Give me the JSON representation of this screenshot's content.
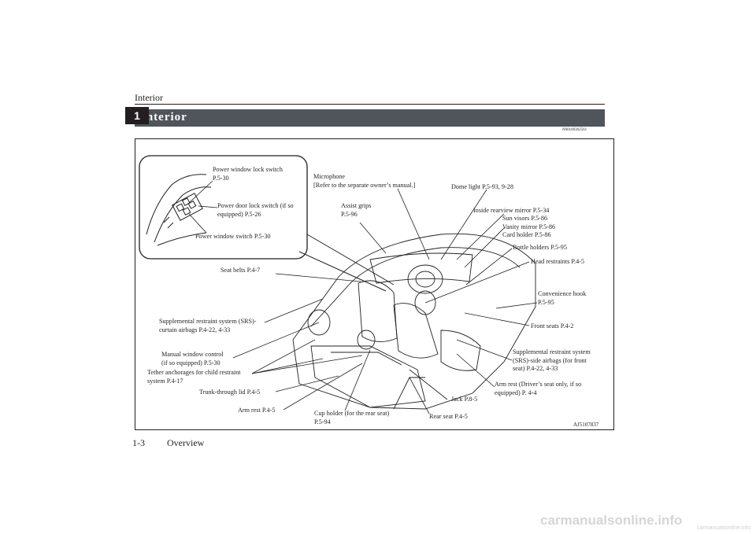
{
  "header": {
    "title": "Interior",
    "chapter": "1"
  },
  "section": {
    "title": "Interior",
    "doc_id": "N00100302561"
  },
  "figure": {
    "id": "AJ5107837",
    "callouts": [
      {
        "key": "pw_lock",
        "lines": [
          "Power window lock switch",
          "P.5-30"
        ]
      },
      {
        "key": "pd_lock",
        "lines": [
          "Power door lock switch (if so",
          "equipped) P.5-26"
        ]
      },
      {
        "key": "pw_switch",
        "lines": [
          "Power window switch P.5-30"
        ]
      },
      {
        "key": "microphone",
        "lines": [
          "Microphone",
          "[Refer to the separate owner’s manual.]"
        ]
      },
      {
        "key": "dome",
        "lines": [
          "Dome light P.5-93, 9-28"
        ]
      },
      {
        "key": "assist",
        "lines": [
          "Assist grips",
          "P.5-96"
        ]
      },
      {
        "key": "mirror",
        "lines": [
          "Inside rearview mirror P.5-34"
        ]
      },
      {
        "key": "visors",
        "lines": [
          "Sun visors P.5-86",
          "Vanity mirror P.5-86",
          "Card holder P.5-86"
        ]
      },
      {
        "key": "bottle",
        "lines": [
          "Bottle holders P.5-95"
        ]
      },
      {
        "key": "head",
        "lines": [
          "Head restraints P.4-5"
        ]
      },
      {
        "key": "belts",
        "lines": [
          "Seat belts P.4-7"
        ]
      },
      {
        "key": "hook",
        "lines": [
          "Convenience hook",
          "P.5-95"
        ]
      },
      {
        "key": "curtain",
        "lines": [
          "Supplemental restraint system (SRS)-",
          "curtain airbags P.4-22, 4-33"
        ]
      },
      {
        "key": "front_seats",
        "lines": [
          "Front seats P.4-2"
        ]
      },
      {
        "key": "manual_win",
        "lines": [
          "Manual window control",
          "(if so equipped) P.5-30"
        ]
      },
      {
        "key": "side_airbag",
        "lines": [
          "Supplemental restraint system",
          "(SRS)-side airbags (for front",
          "seat) P.4-22, 4-33"
        ]
      },
      {
        "key": "tether",
        "lines": [
          "Tether anchorages for child restraint",
          "system P.4-17"
        ]
      },
      {
        "key": "armrest_drv",
        "lines": [
          "Arm rest (Driver’s seat only, if so",
          "equipped) P. 4-4"
        ]
      },
      {
        "key": "trunk",
        "lines": [
          "Trunk-through lid P.4-5"
        ]
      },
      {
        "key": "jack",
        "lines": [
          "Jack P.8-5"
        ]
      },
      {
        "key": "armrest",
        "lines": [
          "Arm rest P.4-5"
        ]
      },
      {
        "key": "cup",
        "lines": [
          "Cup holder (for the rear seat)",
          "P.5-94"
        ]
      },
      {
        "key": "rear_seat",
        "lines": [
          "Rear seat P.4-5"
        ]
      }
    ]
  },
  "footer": {
    "page": "1-3",
    "section": "Overview"
  },
  "watermark": {
    "text": "carmanualsonline.info",
    "small": "carmanualsonline.info"
  }
}
